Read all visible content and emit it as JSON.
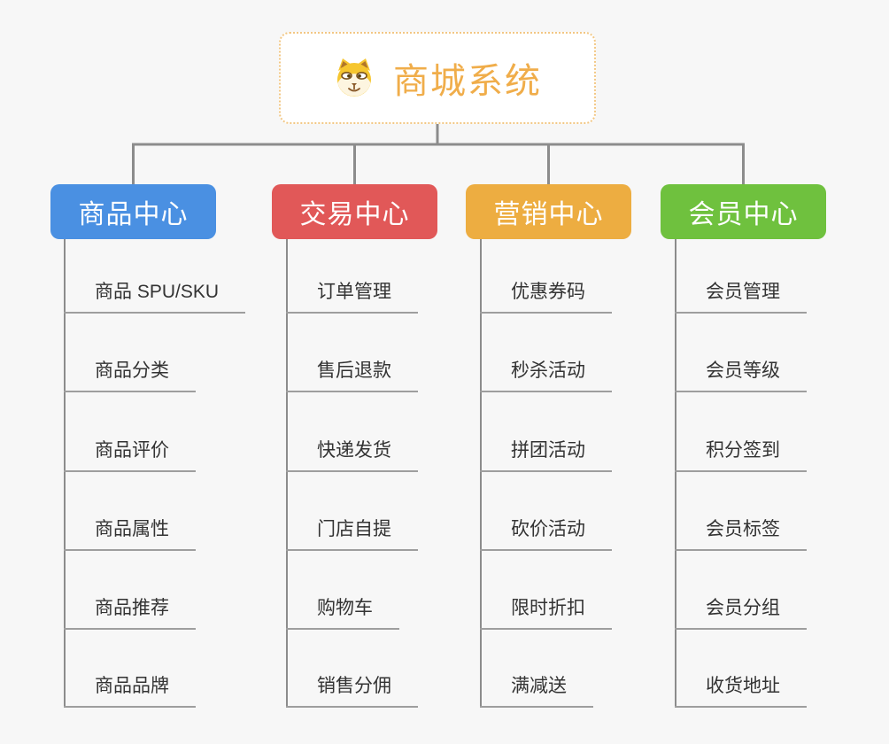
{
  "canvas": {
    "background": "#f7f7f7",
    "connector_color": "#8c8c8c",
    "leaf_line_color": "#9e9e9e",
    "leaf_text_color": "#333333"
  },
  "root": {
    "title": "商城系统",
    "text_color": "#f0ad4a",
    "border_color": "#f2c784",
    "icon": "dog-face-icon"
  },
  "branches": [
    {
      "label": "商品中心",
      "color": "#4a90e2",
      "items": [
        "商品 SPU/SKU",
        "商品分类",
        "商品评价",
        "商品属性",
        "商品推荐",
        "商品品牌"
      ]
    },
    {
      "label": "交易中心",
      "color": "#e15858",
      "items": [
        "订单管理",
        "售后退款",
        "快递发货",
        "门店自提",
        "购物车",
        "销售分佣"
      ]
    },
    {
      "label": "营销中心",
      "color": "#edad41",
      "items": [
        "优惠券码",
        "秒杀活动",
        "拼团活动",
        "砍价活动",
        "限时折扣",
        "满减送"
      ]
    },
    {
      "label": "会员中心",
      "color": "#6fc13e",
      "items": [
        "会员管理",
        "会员等级",
        "积分签到",
        "会员标签",
        "会员分组",
        "收货地址"
      ]
    }
  ]
}
